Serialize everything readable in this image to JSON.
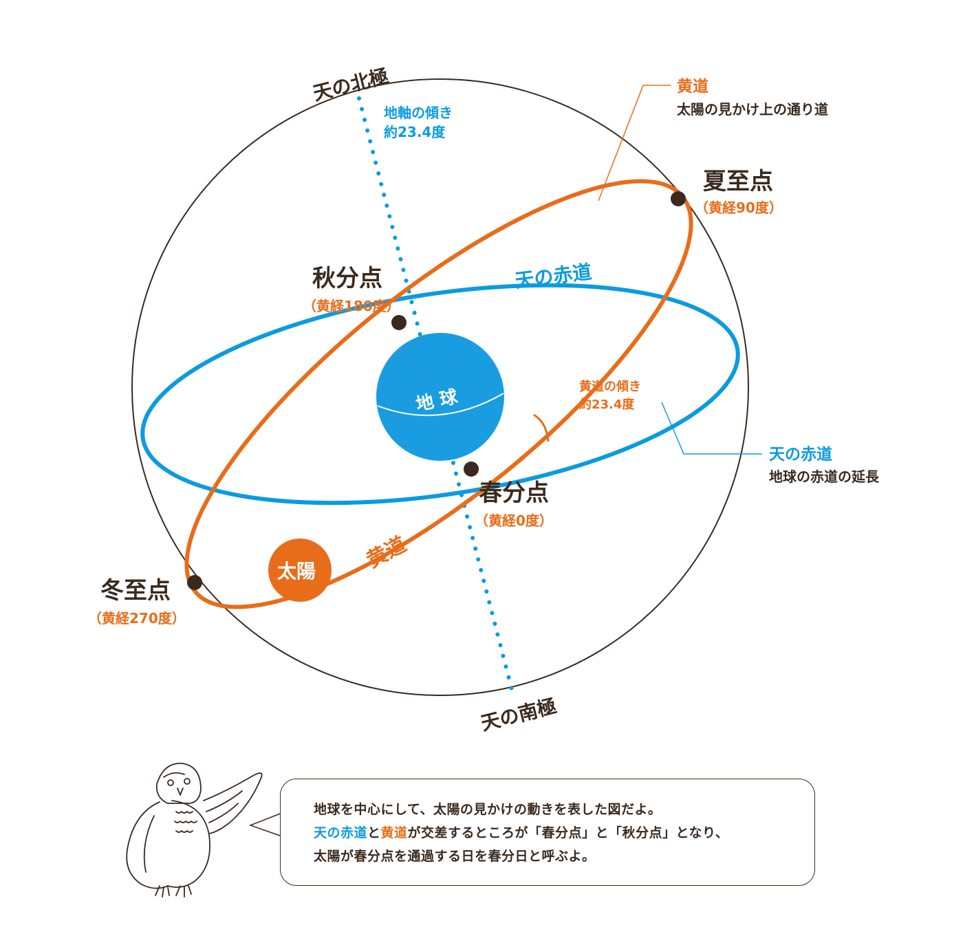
{
  "colors": {
    "blue": "#0b9be0",
    "orange": "#e86d1a",
    "dark": "#3a2a1e",
    "earth": "#1a9de0"
  },
  "labels": {
    "north_pole": "天の北極",
    "south_pole": "天の南極",
    "axis_tilt_1": "地軸の傾き",
    "axis_tilt_2": "約23.4度",
    "ecliptic_title": "黄道",
    "ecliptic_desc": "太陽の見かけ上の通り道",
    "summer_solstice": "夏至点",
    "summer_solstice_lon": "（黄経90度）",
    "autumn_equinox": "秋分点",
    "autumn_equinox_lon": "（黄経180度）",
    "celestial_equator": "天の赤道",
    "earth": "地 球",
    "ecliptic_tilt_1": "黄道の傾き",
    "ecliptic_tilt_2": "約23.4度",
    "equator_title": "天の赤道",
    "equator_desc": "地球の赤道の延長",
    "spring_equinox": "春分点",
    "spring_equinox_lon": "（黄経0度）",
    "ecliptic_on_orbit": "黄道",
    "sun": "太陽",
    "winter_solstice": "冬至点",
    "winter_solstice_lon": "（黄経270度）"
  },
  "bubble": {
    "line1": "地球を中心にして、太陽の見かけの動きを表した図だよ。",
    "line2_a": "天の赤道",
    "line2_b": "と",
    "line2_c": "黄道",
    "line2_d": "が交差するところが「春分点」と「秋分点」となり、",
    "line3": "太陽が春分点を通過する日を春分日と呼ぶよ。"
  },
  "icons": {
    "mascot": "owl-icon"
  }
}
